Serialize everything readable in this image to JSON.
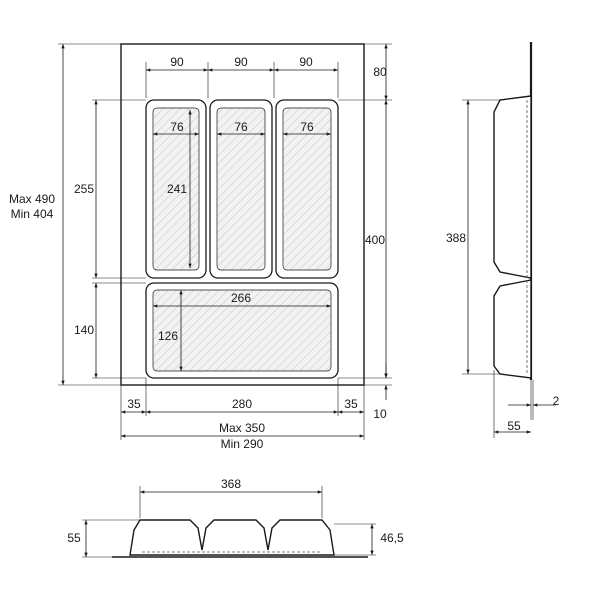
{
  "top_view": {
    "col_width_outer": "90",
    "col_width_outer_2": "90",
    "col_width_outer_3": "90",
    "col_width_inner": "76",
    "col_width_inner_2": "76",
    "col_width_inner_3": "76",
    "top_margin": "80",
    "upper_section_height": "255",
    "inner_cell_height": "241",
    "lower_section_height": "140",
    "lower_inner_height": "126",
    "lower_inner_width": "266",
    "total_height": "400",
    "drawer_depth_max": "Max 490",
    "drawer_depth_min": "Min 404",
    "side_margin_left": "35",
    "inner_width": "280",
    "side_margin_right": "35",
    "bottom_margin": "10",
    "drawer_width_max": "Max 350",
    "drawer_width_min": "Min 290"
  },
  "side_view": {
    "length": "388",
    "thickness": "2",
    "depth": "55"
  },
  "front_view": {
    "width": "368",
    "total_height": "55",
    "tray_height": "46,5"
  }
}
